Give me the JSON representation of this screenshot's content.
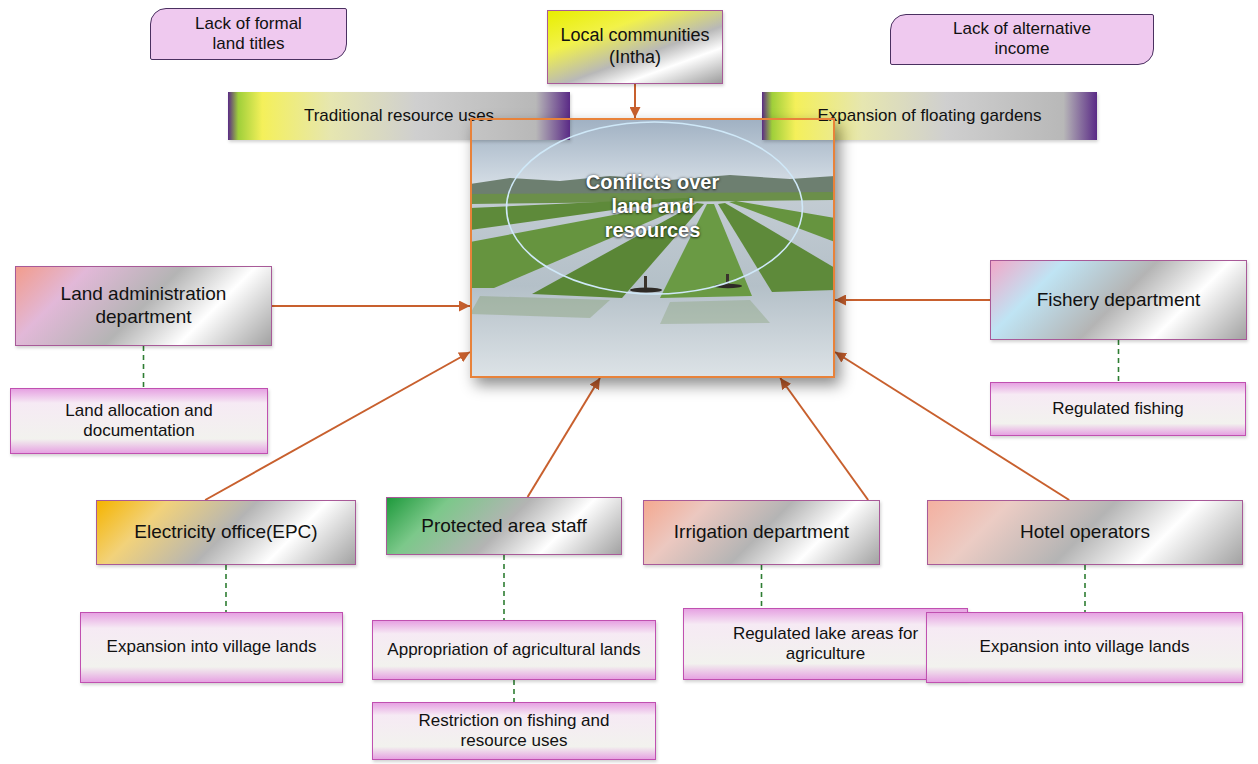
{
  "diagram": {
    "nodes": [
      {
        "text": [
          "Lack of formal land titles"
        ]
      },
      {
        "text": [
          "Local communities (Intha)"
        ]
      },
      {
        "text": [
          "Lack of alternative income"
        ]
      },
      {
        "text": [
          "Traditional resource uses"
        ]
      },
      {
        "text": [
          "Expansion of floating gardens"
        ]
      },
      {
        "text": [
          "Conflicts over land and resources"
        ]
      },
      {
        "text": [
          "Land administration department"
        ]
      },
      {
        "text": [
          "Fishery department"
        ]
      },
      {
        "text": [
          "Land allocation and documentation"
        ]
      },
      {
        "text": [
          "Regulated fishing"
        ]
      },
      {
        "text": [
          "Electricity office(EPC)"
        ]
      },
      {
        "text": [
          "Protected area staff"
        ]
      },
      {
        "text": [
          "Irrigation department"
        ]
      },
      {
        "text": [
          "Hotel operators"
        ]
      },
      {
        "text": [
          "Expansion into village lands"
        ]
      },
      {
        "text": [
          "Appropriation of agricultural lands"
        ]
      },
      {
        "text": [
          "Regulated lake areas for agriculture"
        ]
      },
      {
        "text": [
          "Expansion into village lands"
        ]
      },
      {
        "text": [
          "Restriction on fishing and resource uses"
        ]
      }
    ],
    "edges": [
      {
        "from": 1,
        "to": 5,
        "arrow": "to"
      },
      {
        "from": 6,
        "to": 5,
        "arrow": "to"
      },
      {
        "from": 7,
        "to": 5,
        "arrow": "to"
      },
      {
        "from": 10,
        "to": 5,
        "arrow": "to"
      },
      {
        "from": 11,
        "to": 5,
        "arrow": "to"
      },
      {
        "from": 12,
        "to": 5,
        "arrow": "to"
      },
      {
        "from": 13,
        "to": 5,
        "arrow": "to"
      },
      {
        "from": 6,
        "to": 8,
        "arrow": "none"
      },
      {
        "from": 7,
        "to": 9,
        "arrow": "none"
      },
      {
        "from": 10,
        "to": 14,
        "arrow": "none"
      },
      {
        "from": 11,
        "to": 15,
        "arrow": "none"
      },
      {
        "from": 15,
        "to": 18,
        "arrow": "none"
      },
      {
        "from": 12,
        "to": 16,
        "arrow": "none"
      },
      {
        "from": 13,
        "to": 17,
        "arrow": "none"
      }
    ]
  }
}
